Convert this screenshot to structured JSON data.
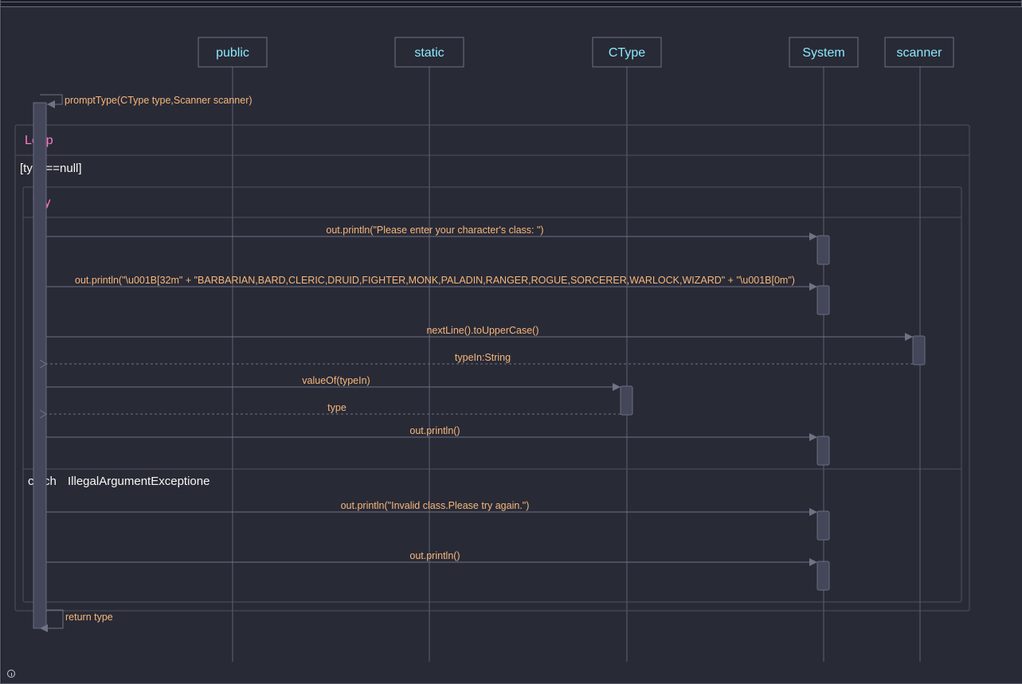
{
  "participants": [
    "public",
    "static",
    "CType",
    "System",
    "scanner"
  ],
  "frames": {
    "loop_title": "Loop",
    "loop_guard": "[type==null]",
    "try_title": "Try",
    "catch_label": "catch",
    "catch_exception": "IllegalArgumentExceptione"
  },
  "self_call": "promptType(CType type,Scanner scanner)",
  "messages": [
    "out.println(\"Please enter your character's class: \")",
    "out.println(\"\\u001B[32m\" + \"BARBARIAN,BARD,CLERIC,DRUID,FIGHTER,MONK,PALADIN,RANGER,ROGUE,SORCERER,WARLOCK,WIZARD\" + \"\\u001B[0m\")",
    "nextLine().toUpperCase()",
    "typeIn:String",
    "valueOf(typeIn)",
    "type",
    "out.println()",
    "out.println(\"Invalid class.Please try again.\")",
    "out.println()"
  ],
  "self_return": "return type",
  "colors": {
    "background": "#282a36",
    "participant_text": "#8be9fd",
    "message_text": "#f8b77a",
    "frame_title": "#ff79c6",
    "guard_text": "#f8f8f2"
  },
  "icons": {
    "info": "info-icon"
  }
}
